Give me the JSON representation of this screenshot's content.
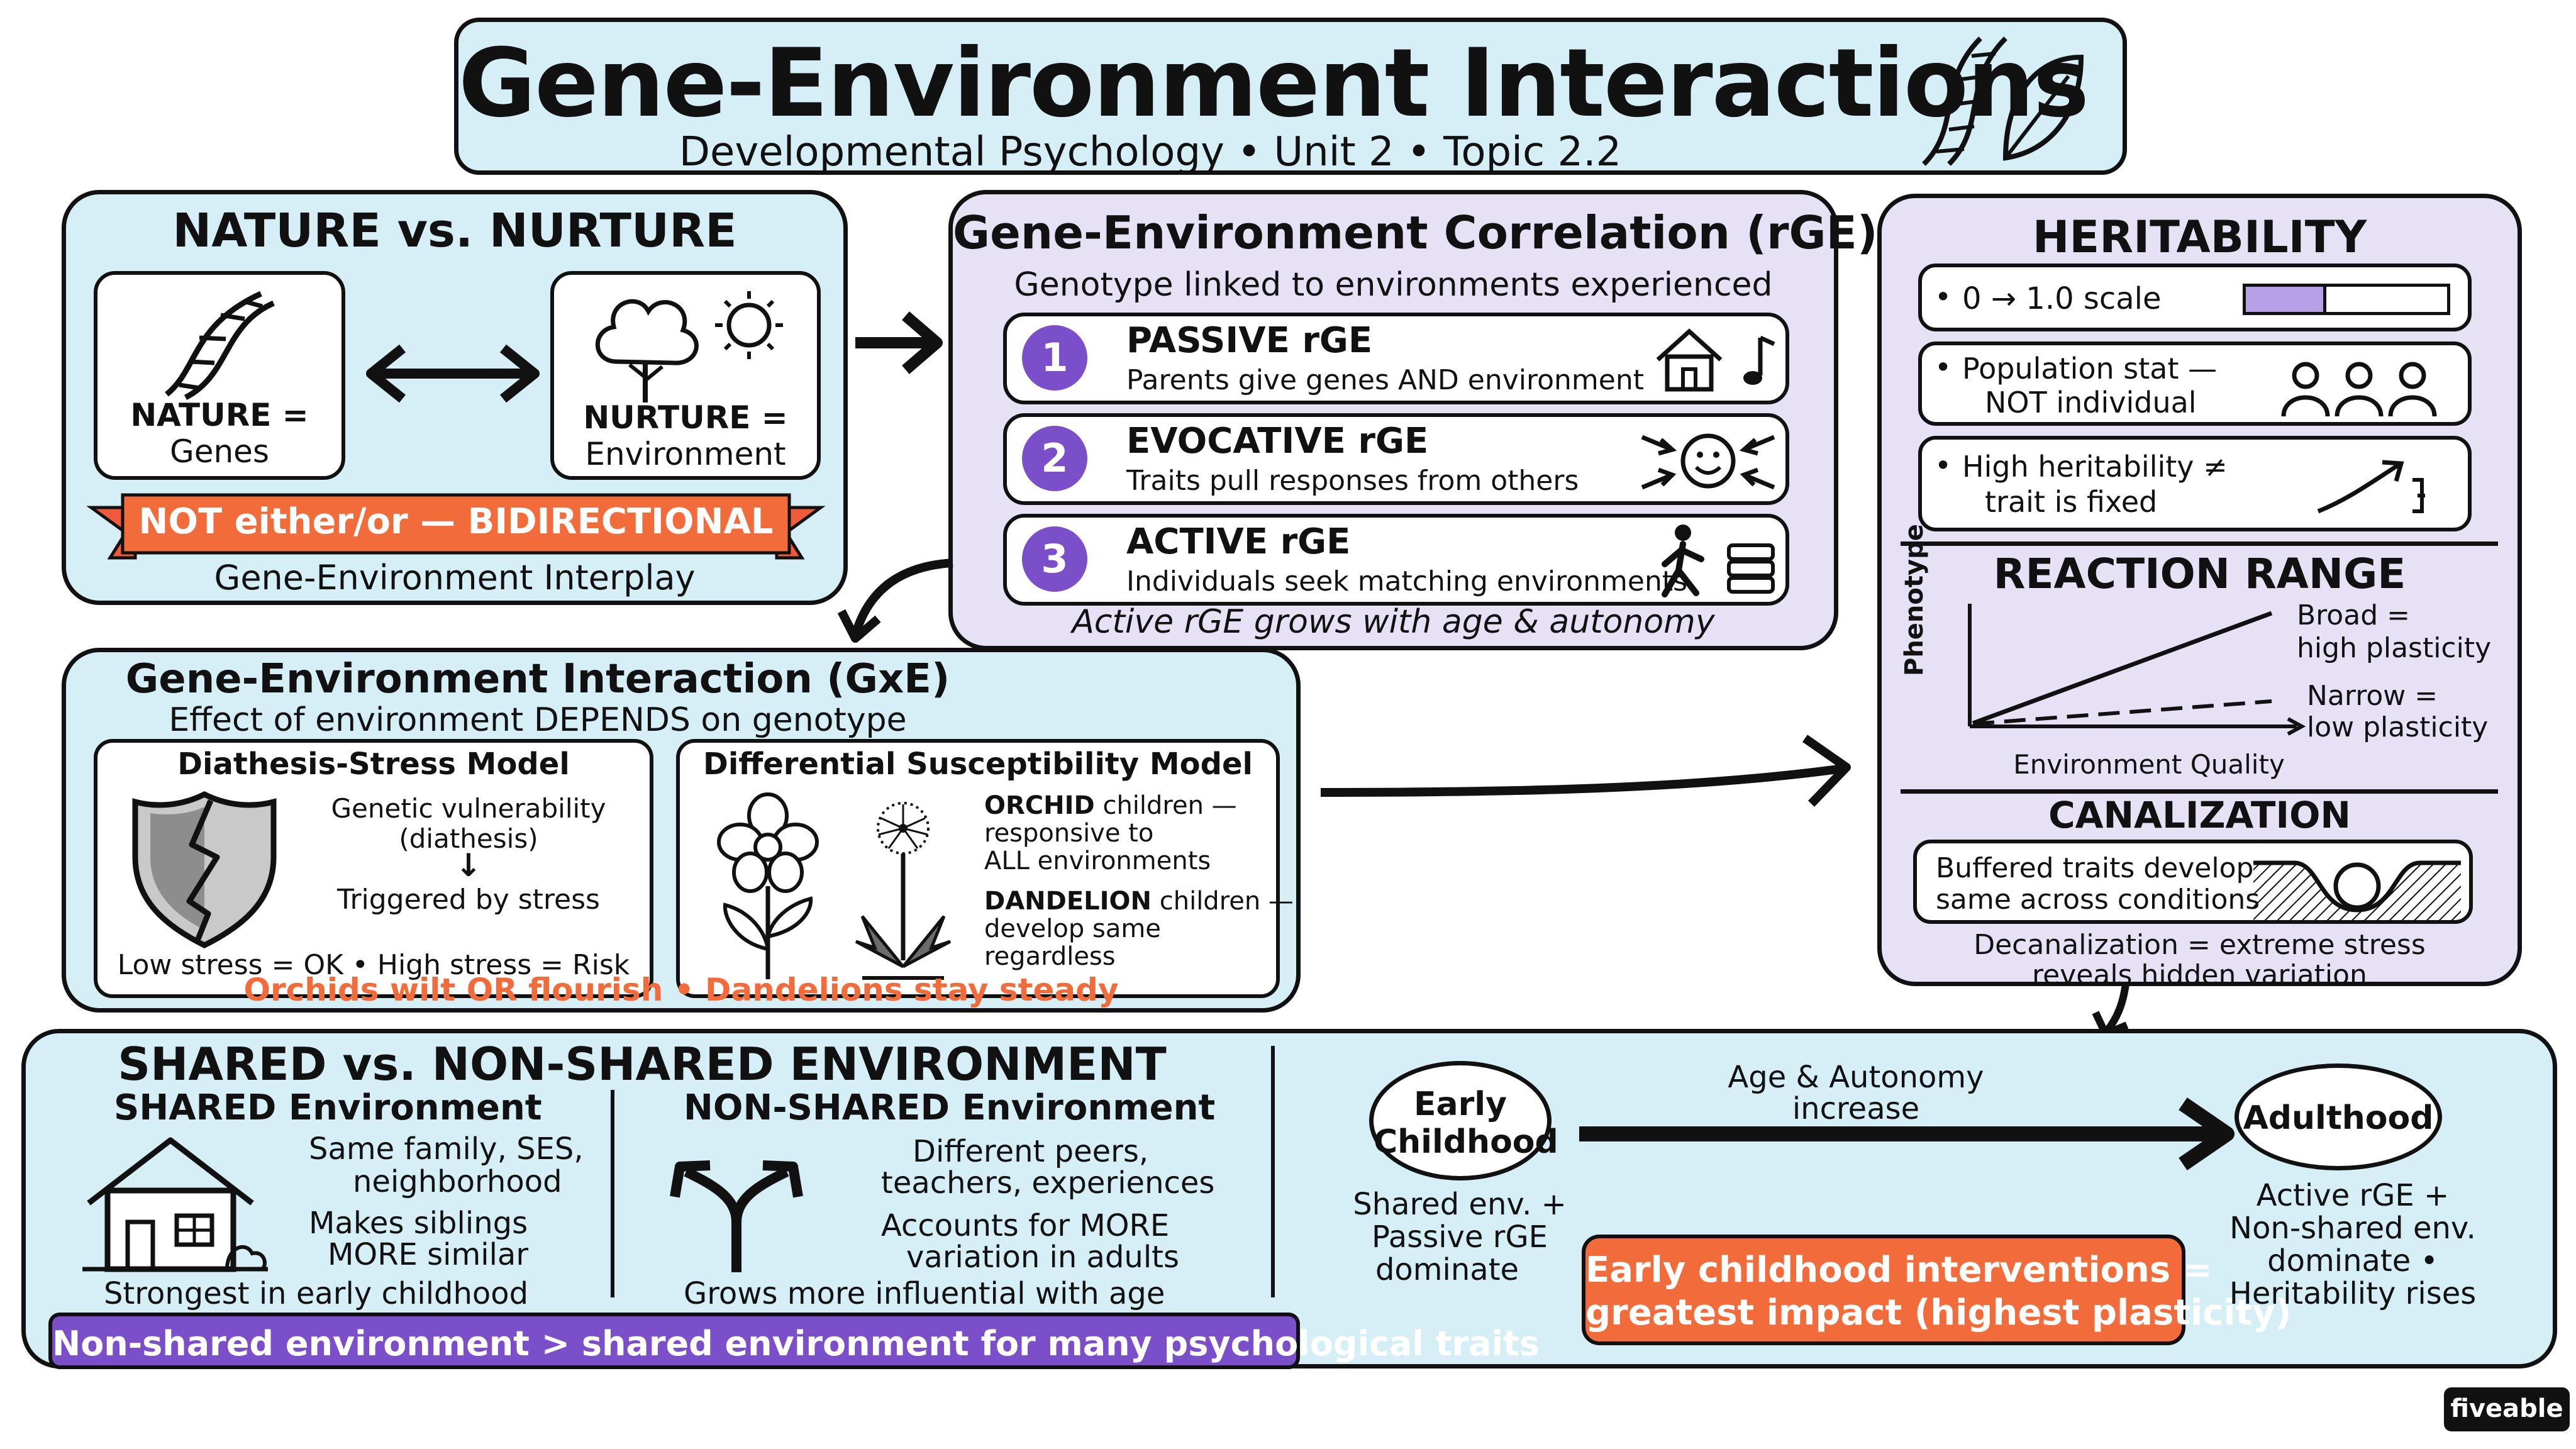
{
  "header": {
    "title": "Gene-Environment Interactions",
    "subtitle": "Developmental Psychology • Unit 2 • Topic 2.2"
  },
  "nature_nurture": {
    "title": "NATURE vs. NURTURE",
    "nature_label": "NATURE =",
    "nature_value": "Genes",
    "nurture_label": "NURTURE =",
    "nurture_value": "Environment",
    "banner": "NOT either/or — BIDIRECTIONAL",
    "caption": "Gene-Environment Interplay"
  },
  "rge": {
    "title": "Gene-Environment Correlation (rGE)",
    "subtitle": "Genotype linked to environments experienced",
    "items": [
      {
        "number": "1",
        "name": "PASSIVE rGE",
        "desc": "Parents give genes AND environment"
      },
      {
        "number": "2",
        "name": "EVOCATIVE rGE",
        "desc": "Traits pull responses from others"
      },
      {
        "number": "3",
        "name": "ACTIVE rGE",
        "desc": "Individuals seek matching environments"
      }
    ],
    "footer": "Active rGE grows with age & autonomy"
  },
  "heritability": {
    "title": "HERITABILITY",
    "scale_text": "0 → 1.0 scale",
    "scale_fill": 0.4,
    "pop_line1": "Population stat —",
    "pop_line2": "NOT individual",
    "high_line1": "High heritability ≠",
    "high_line2": "trait is fixed"
  },
  "reaction_range": {
    "title": "REACTION RANGE",
    "ylabel": "Phenotype",
    "xlabel": "Environment Quality",
    "broad_line1": "Broad =",
    "broad_line2": "high plasticity",
    "narrow_line1": "Narrow =",
    "narrow_line2": "low plasticity"
  },
  "canalization": {
    "title": "CANALIZATION",
    "box_line1": "Buffered traits develop",
    "box_line2": "same across conditions",
    "note_line1": "Decanalization = extreme stress",
    "note_line2": "reveals hidden variation"
  },
  "gxe": {
    "title": "Gene-Environment Interaction (GxE)",
    "subtitle": "Effect of environment DEPENDS on genotype",
    "diathesis_title": "Diathesis-Stress Model",
    "diathesis_line1": "Genetic vulnerability",
    "diathesis_line2": "(diathesis)",
    "diathesis_arrow": "↓",
    "diathesis_line3": "Triggered by stress",
    "diathesis_footer": "Low stress = OK • High stress = Risk",
    "diff_title": "Differential Susceptibility Model",
    "orchid_bold": "ORCHID",
    "orchid_rest": " children —",
    "orchid_line2": "responsive to",
    "orchid_line3": "ALL environments",
    "dandelion_bold": "DANDELION",
    "dandelion_rest": " children —",
    "dandelion_line2": "develop same",
    "dandelion_line3": "regardless",
    "footer": "Orchids wilt OR flourish • Dandelions stay steady"
  },
  "shared": {
    "title": "SHARED vs. NON-SHARED ENVIRONMENT",
    "shared_title": "SHARED Environment",
    "shared_line1": "Same family, SES,",
    "shared_line2": "neighborhood",
    "shared_line3": "Makes siblings",
    "shared_line4": "MORE similar",
    "shared_footer": "Strongest in early childhood",
    "nonshared_title": "NON-SHARED Environment",
    "nonshared_line1": "Different peers,",
    "nonshared_line2": "teachers, experiences",
    "nonshared_line3": "Accounts for MORE",
    "nonshared_line4": "variation in adults",
    "nonshared_footer": "Grows more influential with age",
    "banner": "Non-shared environment > shared environment for many psychological traits"
  },
  "timeline": {
    "start_line1": "Early",
    "start_line2": "Childhood",
    "arrow_line1": "Age & Autonomy",
    "arrow_line2": "increase",
    "end": "Adulthood",
    "start_note1": "Shared env. +",
    "start_note2": "Passive rGE",
    "start_note3": "dominate",
    "end_note1": "Active rGE +",
    "end_note2": "Non-shared env.",
    "end_note3": "dominate •",
    "end_note4": "Heritability rises",
    "callout_line1": "Early childhood interventions =",
    "callout_line2": "greatest impact (highest plasticity)"
  },
  "brand": "fiveable",
  "colors": {
    "blue_panel": "#d6eef5",
    "purple_panel": "#e7e1f6",
    "accent_purple": "#7b4fc9",
    "accent_orange": "#f26b3a",
    "banner_red": "#ef5a3c"
  }
}
